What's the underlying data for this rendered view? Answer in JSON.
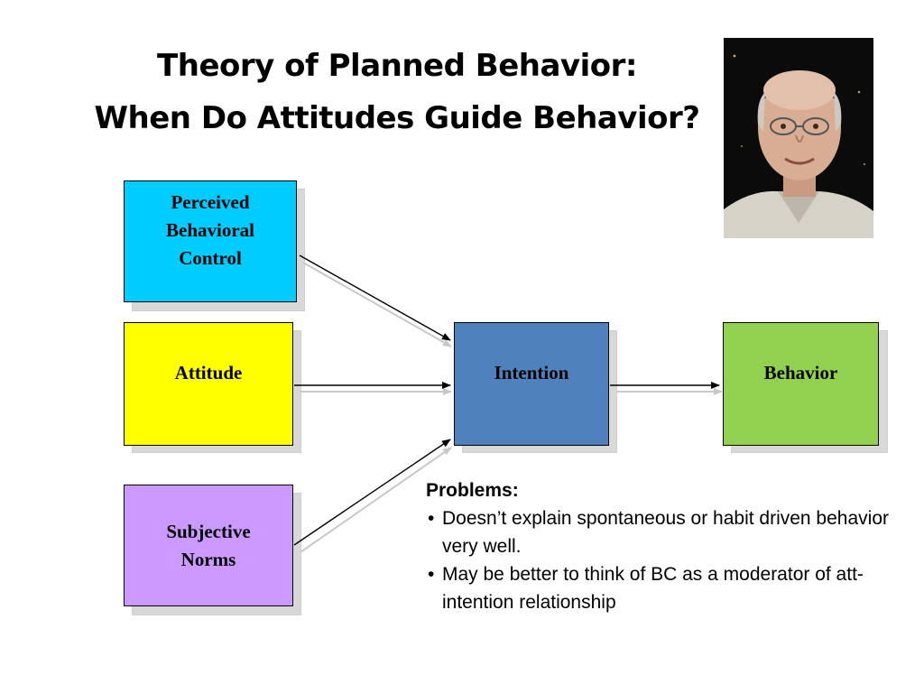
{
  "title": {
    "line1": "Theory of Planned Behavior:",
    "line2": "When Do Attitudes Guide Behavior?"
  },
  "boxes": {
    "pbc": {
      "label": "Perceived Behavioral Control",
      "color": "#00ccff"
    },
    "attitude": {
      "label": "Attitude",
      "color": "#ffff00"
    },
    "norms": {
      "label": "Subjective Norms",
      "color": "#cc99ff"
    },
    "intention": {
      "label": "Intention",
      "color": "#4f81bd"
    },
    "behavior": {
      "label": "Behavior",
      "color": "#92d050"
    }
  },
  "problems": {
    "heading": "Problems:",
    "items": [
      "Doesn’t explain spontaneous or habit driven behavior very well.",
      "May be better to think of BC as a moderator of att-intention relationship"
    ]
  },
  "photo": {
    "icon": "portrait-photo"
  }
}
